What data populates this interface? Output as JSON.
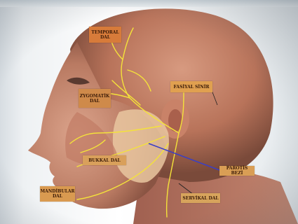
{
  "labels": {
    "temporal": "TEMPORAL\nDAL",
    "zygomatik": "ZYGOMATİK\nDAL",
    "fasiyal": "FASİYAL SİNİR",
    "bukkal": "BUKKAL DAL",
    "mandibular": "MANDİBULAR\nDAL",
    "servikal": "SERVİKAL DAL",
    "parotis": "PAROTİS BEZİ"
  },
  "colors": {
    "skin": "#c98a6a",
    "scalp": "#b66e55",
    "nerve": "#f4e23a",
    "gland": "#e9c7a0",
    "label": "#e4a24c",
    "pointer": "#3b3fc4"
  }
}
